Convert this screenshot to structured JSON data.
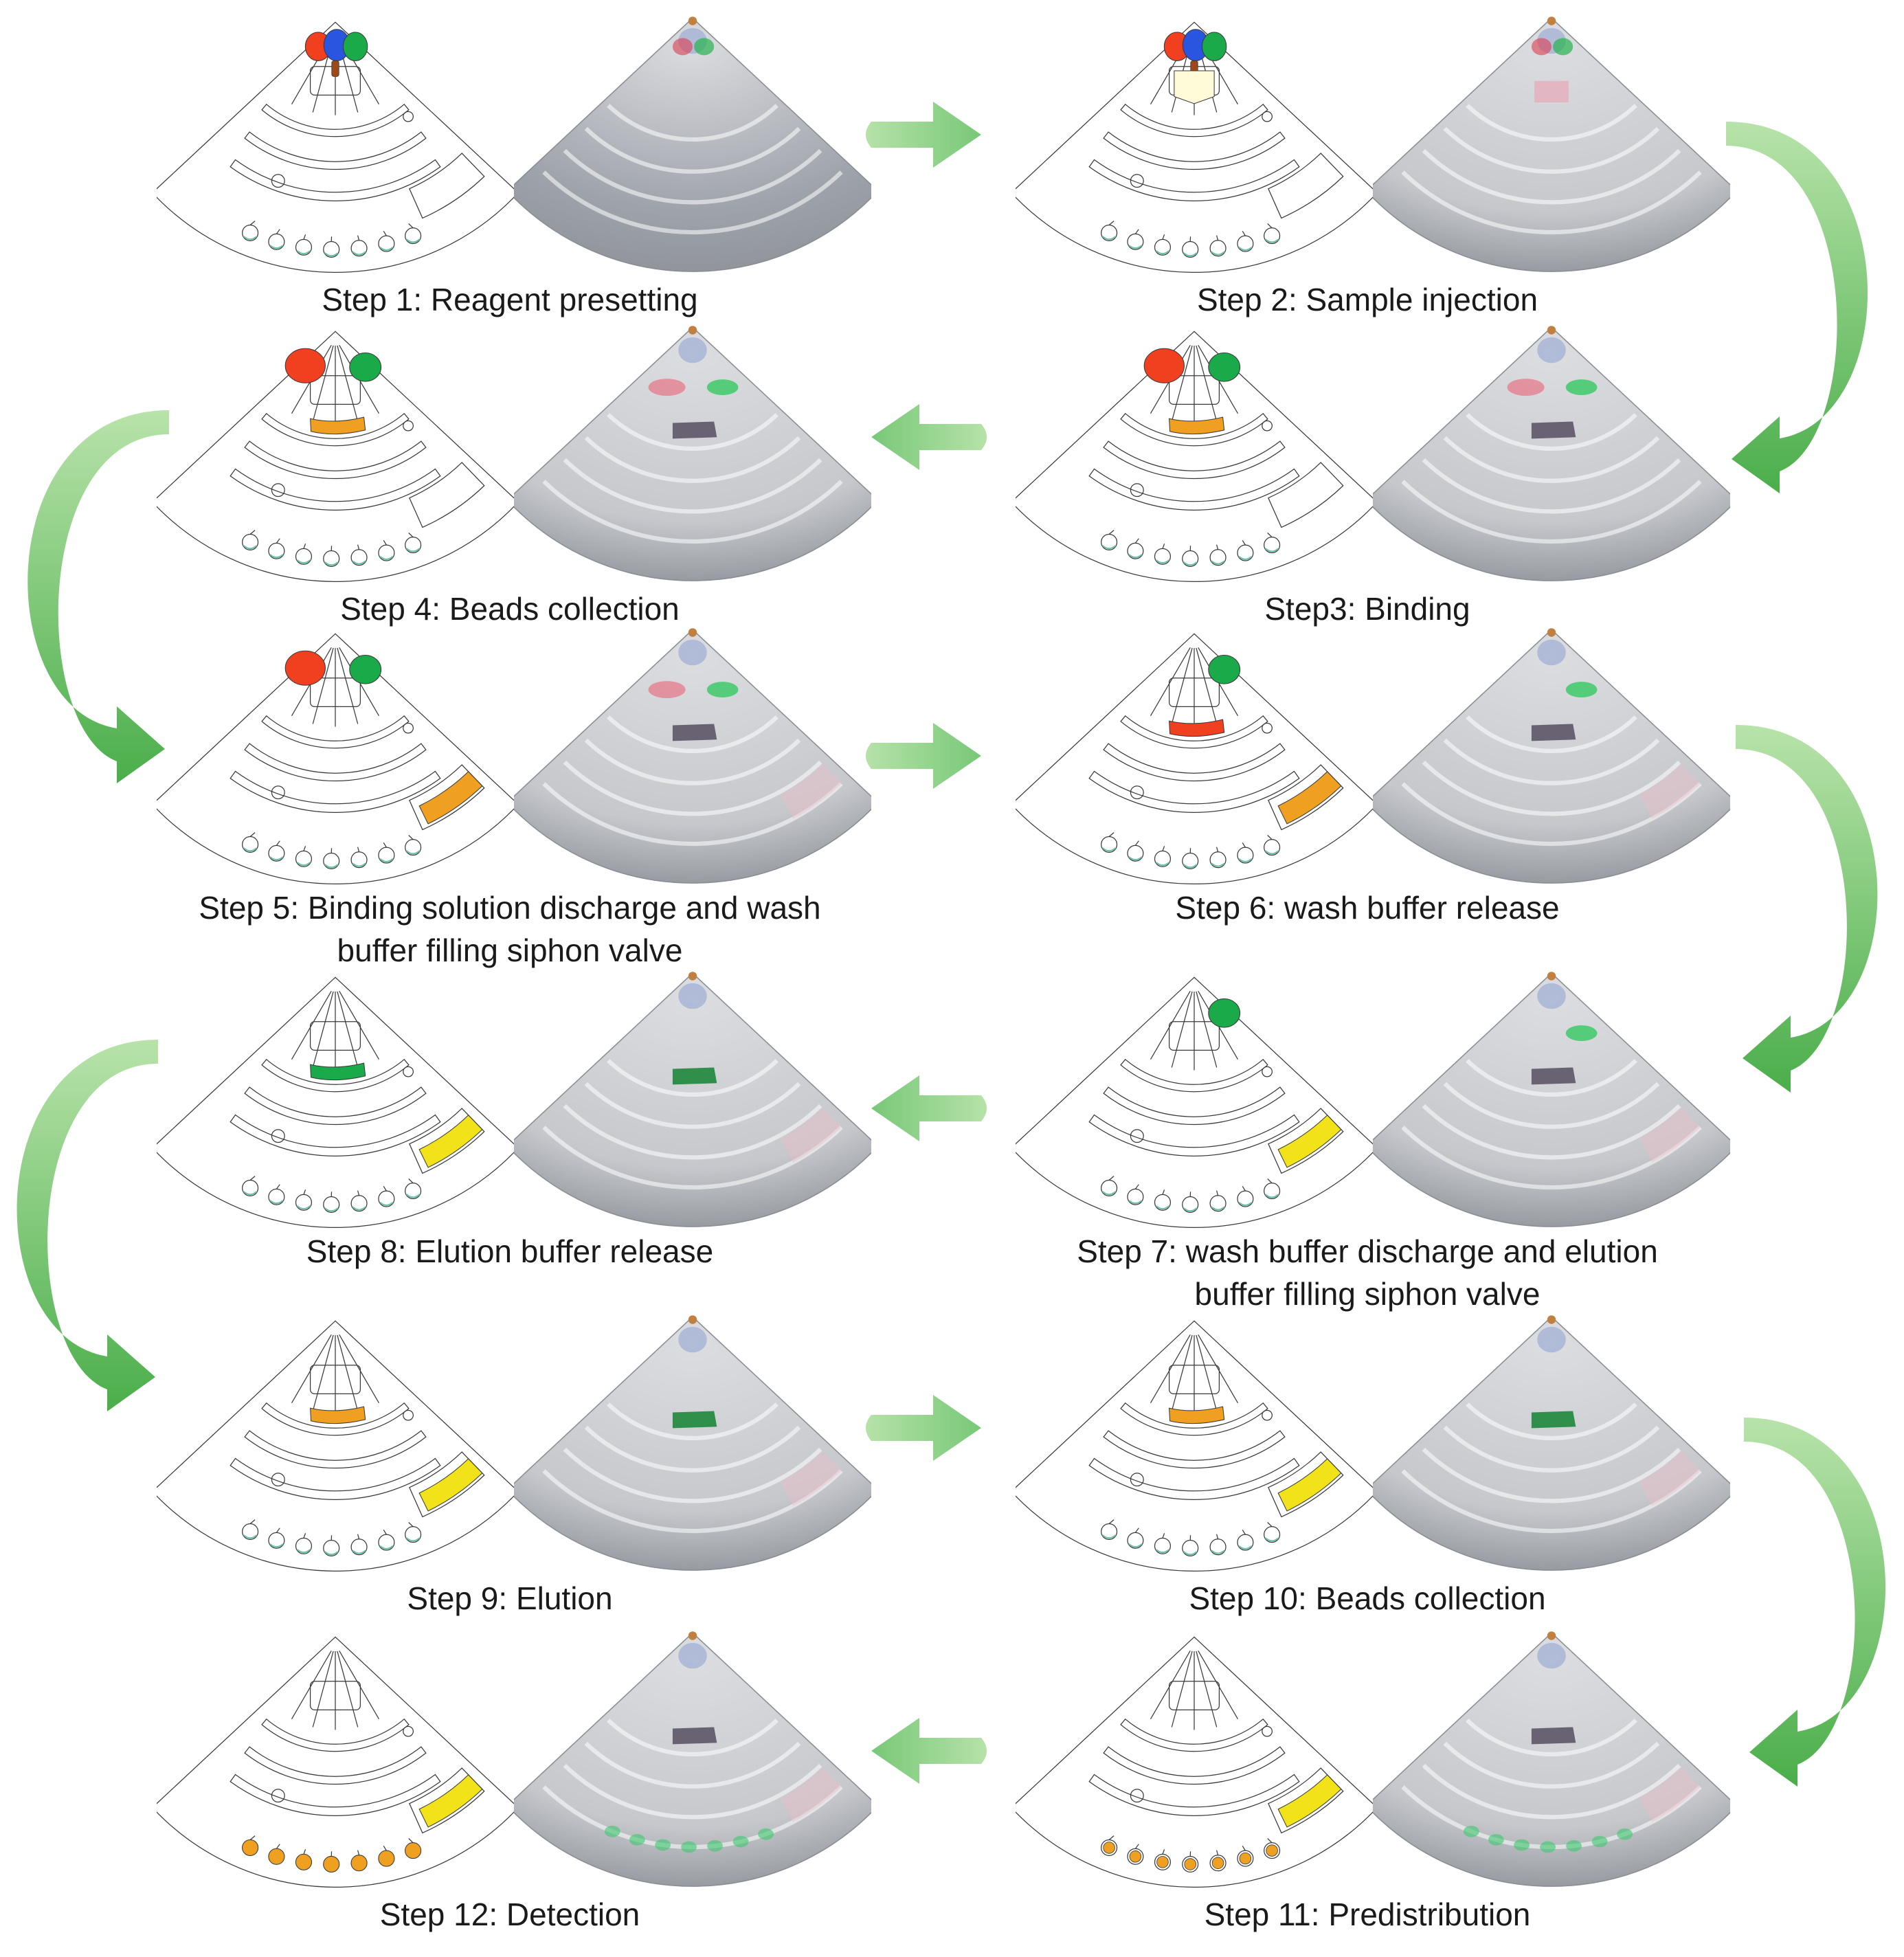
{
  "steps": [
    {
      "id": 1,
      "caption": [
        "Step 1: Reagent presetting"
      ],
      "fills": {
        "reagents": true,
        "sampleChamber": "none",
        "mixChannel": "none",
        "waste": "none",
        "wells": "none"
      }
    },
    {
      "id": 2,
      "caption": [
        "Step 2: Sample injection"
      ],
      "fills": {
        "reagents": true,
        "sampleChamber": "sample",
        "mixChannel": "none",
        "waste": "none",
        "wells": "none"
      }
    },
    {
      "id": 3,
      "caption": [
        "Step3: Binding"
      ],
      "fills": {
        "reagents": "red-green",
        "sampleChamber": "none",
        "mixChannel": "orange",
        "waste": "none",
        "wells": "none"
      }
    },
    {
      "id": 4,
      "caption": [
        "Step 4: Beads collection"
      ],
      "fills": {
        "reagents": "red-green",
        "sampleChamber": "none",
        "mixChannel": "orange",
        "waste": "none",
        "wells": "none"
      }
    },
    {
      "id": 5,
      "caption": [
        "Step 5: Binding solution discharge and wash",
        "buffer filling siphon valve"
      ],
      "fills": {
        "reagents": "red-green",
        "sampleChamber": "none",
        "mixChannel": "none",
        "waste": "orange",
        "wells": "none"
      }
    },
    {
      "id": 6,
      "caption": [
        "Step 6: wash buffer release"
      ],
      "fills": {
        "reagents": "green",
        "sampleChamber": "none",
        "mixChannel": "red",
        "waste": "orange",
        "wells": "none"
      }
    },
    {
      "id": 7,
      "caption": [
        "Step 7: wash buffer discharge and elution",
        "buffer filling siphon valve"
      ],
      "fills": {
        "reagents": "green",
        "sampleChamber": "none",
        "mixChannel": "none",
        "waste": "yellow",
        "wells": "none"
      }
    },
    {
      "id": 8,
      "caption": [
        "Step 8: Elution buffer release"
      ],
      "fills": {
        "reagents": "none",
        "sampleChamber": "none",
        "mixChannel": "green",
        "waste": "yellow",
        "wells": "none"
      }
    },
    {
      "id": 9,
      "caption": [
        "Step 9: Elution"
      ],
      "fills": {
        "reagents": "none",
        "sampleChamber": "none",
        "mixChannel": "orange",
        "waste": "yellow",
        "wells": "none"
      }
    },
    {
      "id": 10,
      "caption": [
        "Step 10: Beads collection"
      ],
      "fills": {
        "reagents": "none",
        "sampleChamber": "none",
        "mixChannel": "orange",
        "waste": "yellow",
        "wells": "none"
      }
    },
    {
      "id": 11,
      "caption": [
        "Step 11: Predistribution"
      ],
      "fills": {
        "reagents": "none",
        "sampleChamber": "none",
        "mixChannel": "none",
        "waste": "yellow",
        "wells": "half-orange"
      }
    },
    {
      "id": 12,
      "caption": [
        "Step 12: Detection"
      ],
      "fills": {
        "reagents": "none",
        "sampleChamber": "none",
        "mixChannel": "none",
        "waste": "yellow",
        "wells": "orange"
      }
    }
  ],
  "colors": {
    "outline": "#3a3a3a",
    "red": "#f04020",
    "blue": "#2a55e0",
    "green": "#1aaa4a",
    "orange": "#f0a020",
    "yellow": "#f2e21a",
    "sample": "#fffad8",
    "wellTint": "#6cc0a8",
    "arrowLight": "#a8dc9c",
    "arrowDark": "#54b454",
    "photoBase": "#c6c8cc"
  },
  "icons": {
    "flowArrow": "straight-arrow-icon",
    "returnArrow": "curved-arrow-icon"
  }
}
